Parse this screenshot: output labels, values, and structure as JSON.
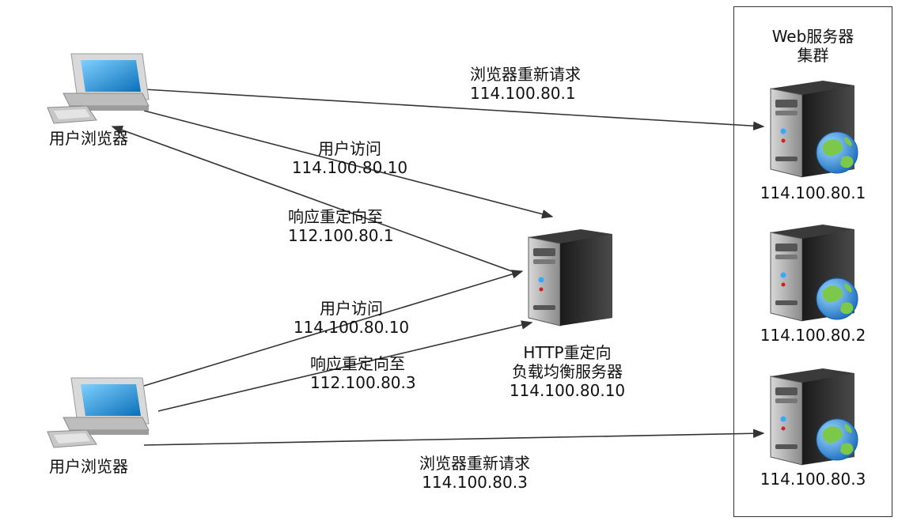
{
  "clients": {
    "top": {
      "label": "用户浏览器"
    },
    "bottom": {
      "label": "用户浏览器"
    }
  },
  "load_balancer": {
    "line1": "HTTP重定向",
    "line2": "负载均衡服务器",
    "ip": "114.100.80.10"
  },
  "cluster": {
    "title_line1": "Web服务器",
    "title_line2": "集群",
    "servers": [
      {
        "ip": "114.100.80.1"
      },
      {
        "ip": "114.100.80.2"
      },
      {
        "ip": "114.100.80.3"
      }
    ]
  },
  "arrows": {
    "top_request": {
      "action": "浏览器重新请求",
      "ip": "114.100.80.1"
    },
    "top_access": {
      "action": "用户访问",
      "ip": "114.100.80.10"
    },
    "top_redirect": {
      "action": "响应重定向至",
      "ip": "112.100.80.1"
    },
    "bottom_access": {
      "action": "用户访问",
      "ip": "114.100.80.10"
    },
    "bottom_redirect": {
      "action": "响应重定向至",
      "ip": "112.100.80.3"
    },
    "bottom_request": {
      "action": "浏览器重新请求",
      "ip": "114.100.80.3"
    }
  },
  "colors": {
    "line": "#333333",
    "monitor_screen": "#1e90d6",
    "server_body": "#2a2a2a",
    "globe_sea": "#2f86d8",
    "globe_land": "#7cc84a"
  }
}
